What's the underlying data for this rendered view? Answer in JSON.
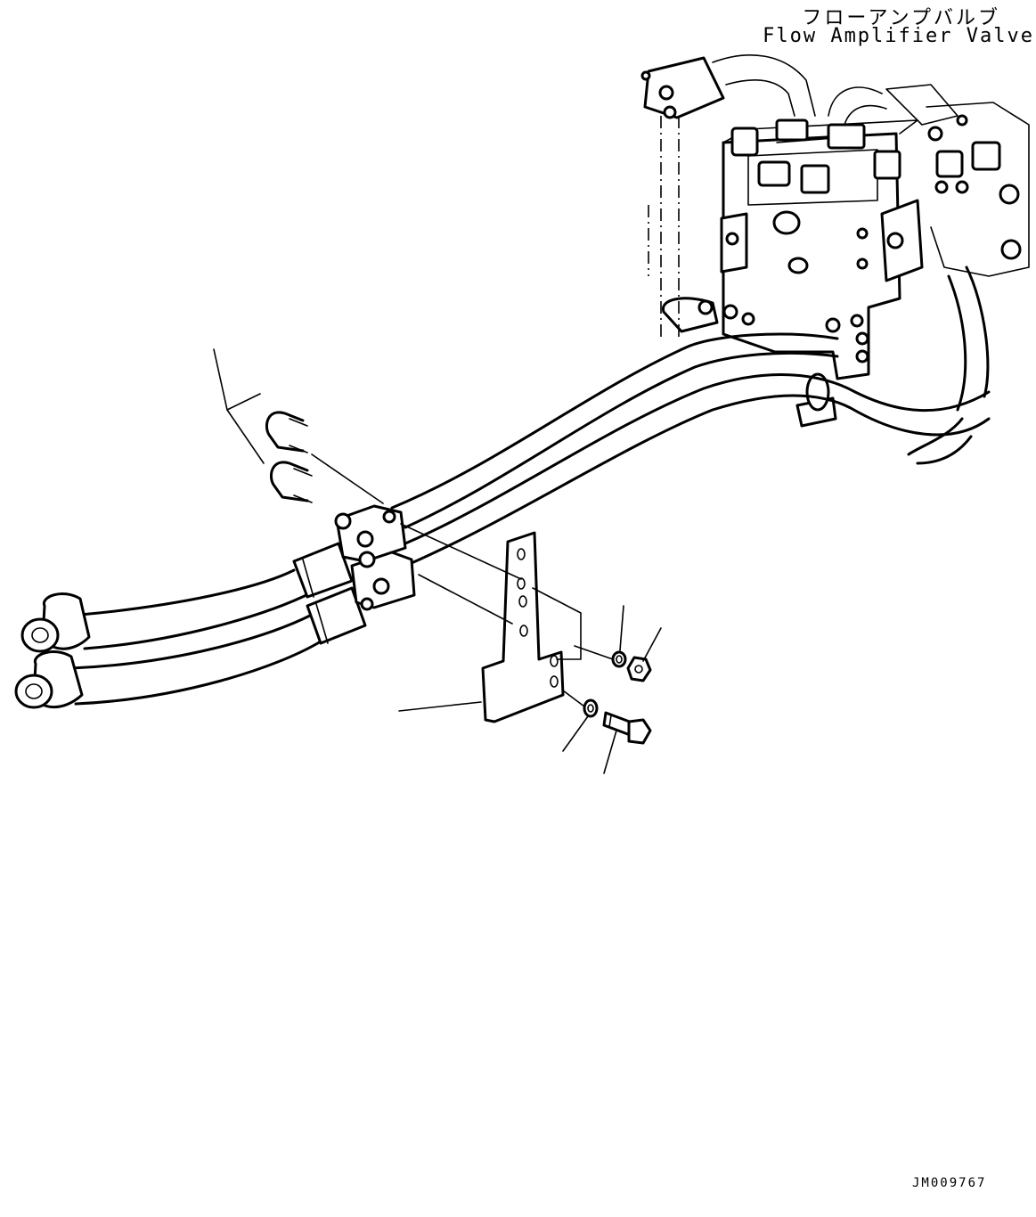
{
  "title": {
    "japanese": "フローアンプバルブ",
    "english": "Flow Amplifier Valve"
  },
  "drawing_number": "JM009767",
  "callouts": [
    "u-bolts",
    "bracket",
    "washer",
    "nut",
    "washer",
    "bolt"
  ]
}
